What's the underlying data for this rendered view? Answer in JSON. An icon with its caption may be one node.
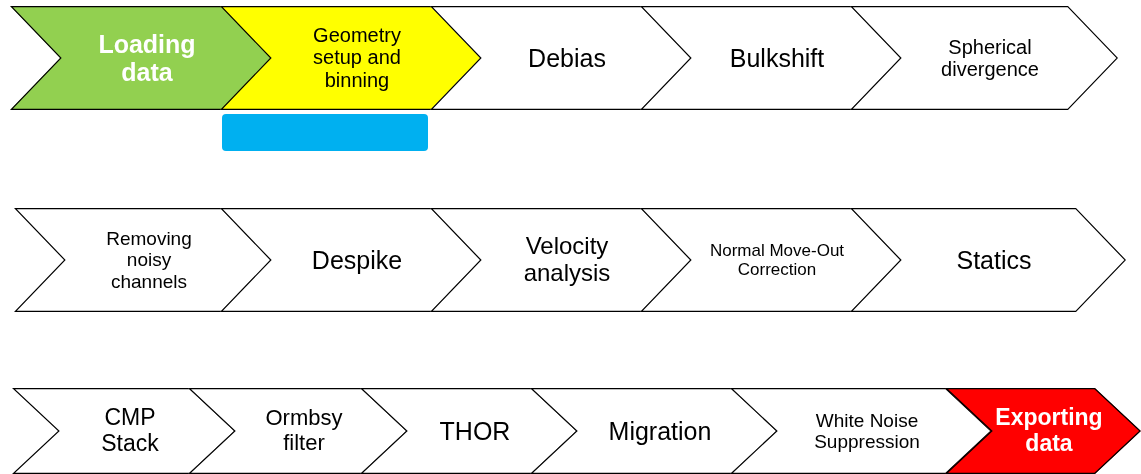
{
  "diagram": {
    "nodes": [
      {
        "text": [
          "Loading data"
        ]
      },
      {
        "text": [
          "Geometry setup and binning"
        ]
      },
      {
        "text": [
          "Debias"
        ]
      },
      {
        "text": [
          "Bulkshift"
        ]
      },
      {
        "text": [
          "Spherical divergence"
        ]
      },
      {
        "text": [],
        "shape": "box"
      },
      {
        "text": [
          "Removing noisy channels"
        ]
      },
      {
        "text": [
          "Despike"
        ]
      },
      {
        "text": [
          "Velocity analysis"
        ]
      },
      {
        "text": [
          "Normal Move-Out Correction"
        ]
      },
      {
        "text": [
          "Statics"
        ]
      },
      {
        "text": [
          "CMP Stack"
        ]
      },
      {
        "text": [
          "Ormbsy filter"
        ]
      },
      {
        "text": [
          "THOR"
        ]
      },
      {
        "text": [
          "Migration"
        ]
      },
      {
        "text": [
          "White Noise Suppression"
        ]
      },
      {
        "text": [
          "Exporting data"
        ]
      }
    ]
  }
}
